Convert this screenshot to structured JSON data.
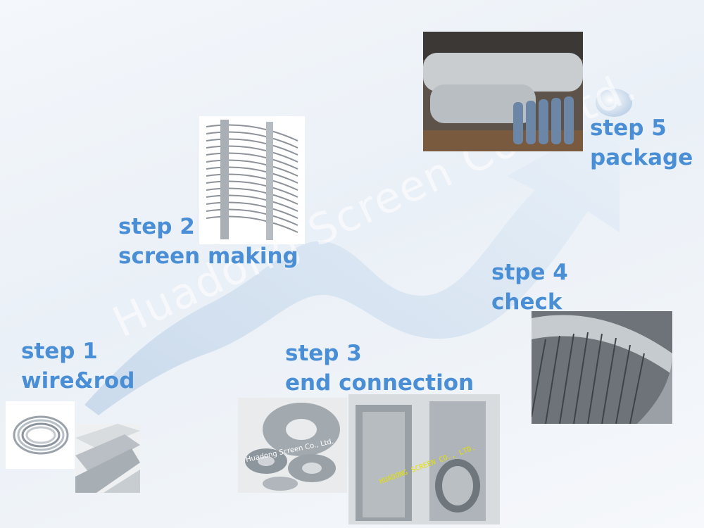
{
  "steps": {
    "step1": {
      "title": "step 1",
      "subtitle": "wire&rod"
    },
    "step2": {
      "title": "step 2",
      "subtitle": "screen making"
    },
    "step3": {
      "title": "step 3",
      "subtitle": "end connection"
    },
    "step4": {
      "title": "stpe 4",
      "subtitle": "check"
    },
    "step5": {
      "title": "step 5",
      "subtitle": "package"
    }
  },
  "watermark": "Huadong Screen Co., Ltd.",
  "photo_captions": {
    "flange": "Huadong Screen Co., Ltd.",
    "pipe": "HUADONG SCREEN CO., LTD."
  },
  "colors": {
    "label": "#4a8fd6",
    "arrow": "#c9d9ea"
  }
}
